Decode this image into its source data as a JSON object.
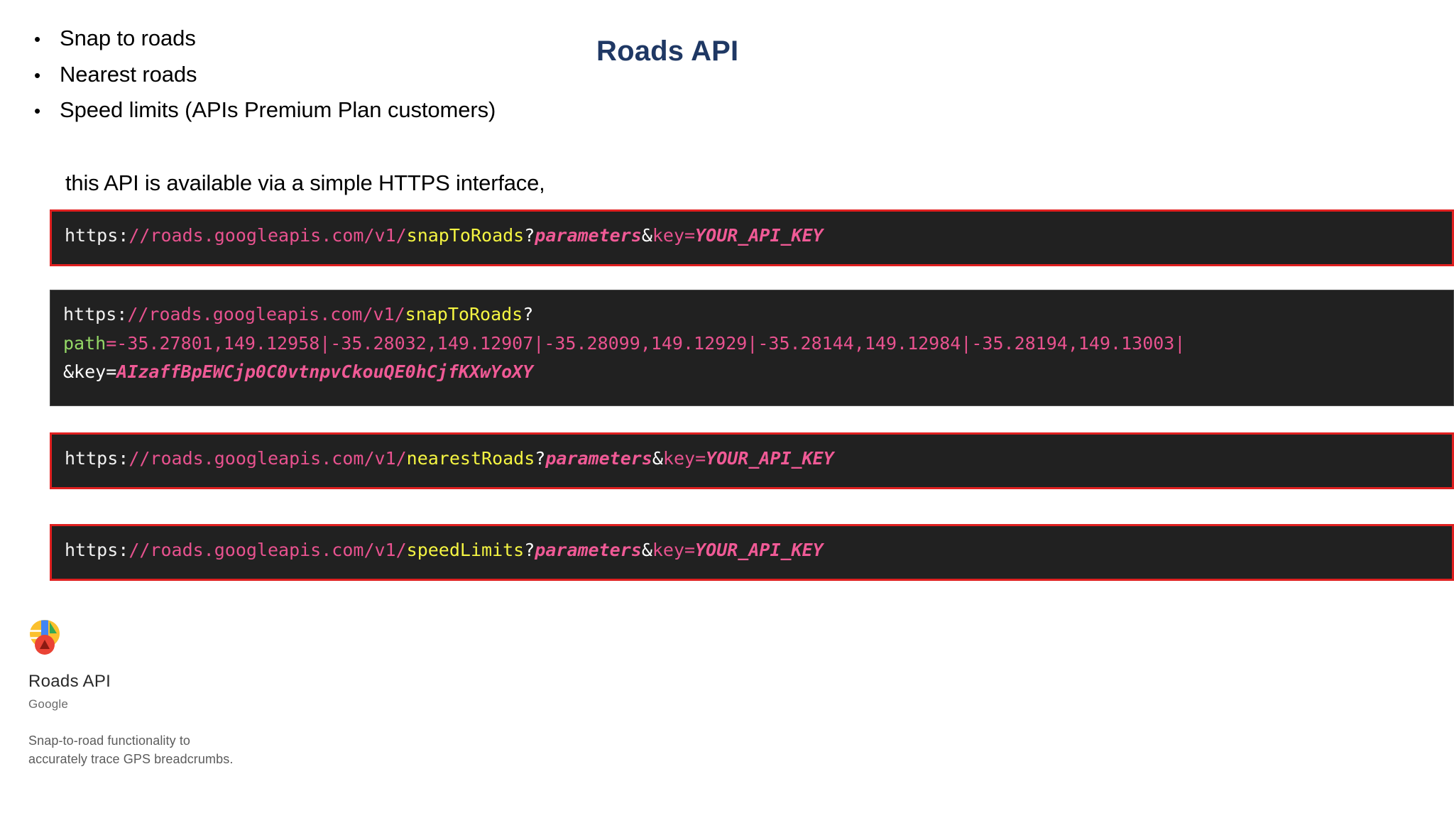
{
  "slide": {
    "title": "Roads API",
    "title_color": "#1f3864",
    "bullet_glyph": "•",
    "bullets": [
      "Snap to roads",
      "Nearest roads",
      "Speed limits (APIs Premium Plan customers)"
    ],
    "intro": "this API is available via a simple HTTPS interface,"
  },
  "code_blocks": [
    {
      "id": "snap-to-roads-template",
      "bordered": true,
      "border_color": "#e02020",
      "background": "#212121",
      "lines": [
        {
          "tokens": [
            {
              "text": "https:",
              "style": "scheme"
            },
            {
              "text": "//roads.googleapis.com/v1/",
              "style": "host"
            },
            {
              "text": "snapToRoads",
              "style": "endpoint"
            },
            {
              "text": "?",
              "style": "punct"
            },
            {
              "text": "parameters",
              "style": "param"
            },
            {
              "text": "&",
              "style": "punct"
            },
            {
              "text": "key=",
              "style": "key"
            },
            {
              "text": "YOUR_API_KEY",
              "style": "value"
            }
          ]
        }
      ]
    },
    {
      "id": "snap-to-roads-example",
      "bordered": false,
      "background": "#212121",
      "lines": [
        {
          "tokens": [
            {
              "text": "https:",
              "style": "scheme"
            },
            {
              "text": "//roads.googleapis.com/v1/",
              "style": "host"
            },
            {
              "text": "snapToRoads",
              "style": "endpoint"
            },
            {
              "text": "?",
              "style": "punct"
            }
          ]
        },
        {
          "tokens": [
            {
              "text": "path",
              "style": "attr"
            },
            {
              "text": "=-35.27801,149.12958|-35.28032,149.12907|-35.28099,149.12929|-35.28144,149.12984|-35.28194,149.13003|",
              "style": "coords"
            }
          ]
        },
        {
          "tokens": [
            {
              "text": "&key=",
              "style": "punct"
            },
            {
              "text": "AIzaffBpEWCjp0C0vtnpvCkouQE0hCjfKXwYoXY",
              "style": "value"
            }
          ]
        }
      ]
    },
    {
      "id": "nearest-roads-template",
      "bordered": true,
      "border_color": "#e02020",
      "background": "#212121",
      "lines": [
        {
          "tokens": [
            {
              "text": "https:",
              "style": "scheme"
            },
            {
              "text": "//roads.googleapis.com/v1/",
              "style": "host"
            },
            {
              "text": "nearestRoads",
              "style": "endpoint"
            },
            {
              "text": "?",
              "style": "punct"
            },
            {
              "text": "parameters",
              "style": "param"
            },
            {
              "text": "&",
              "style": "punct"
            },
            {
              "text": "key=",
              "style": "key"
            },
            {
              "text": "YOUR_API_KEY",
              "style": "value"
            }
          ]
        }
      ]
    },
    {
      "id": "speed-limits-template",
      "bordered": true,
      "border_color": "#e02020",
      "background": "#212121",
      "lines": [
        {
          "tokens": [
            {
              "text": "https:",
              "style": "scheme"
            },
            {
              "text": "//roads.googleapis.com/v1/",
              "style": "host"
            },
            {
              "text": "speedLimits",
              "style": "endpoint"
            },
            {
              "text": "?",
              "style": "punct"
            },
            {
              "text": "parameters",
              "style": "param"
            },
            {
              "text": "&",
              "style": "punct"
            },
            {
              "text": "key=",
              "style": "key"
            },
            {
              "text": "YOUR_API_KEY",
              "style": "value"
            }
          ]
        }
      ]
    }
  ],
  "footer": {
    "logo_name": "roads-api-logo-icon",
    "logo_colors": {
      "pin_yellow": "#fbc02d",
      "road_blue": "#4285f4",
      "road_green": "#34a853",
      "marker_red": "#ea4335",
      "arrow_dark": "#8b1a12"
    },
    "title": "Roads API",
    "vendor": "Google",
    "description_line_1": "Snap-to-road functionality to",
    "description_line_2": "accurately trace GPS breadcrumbs."
  }
}
